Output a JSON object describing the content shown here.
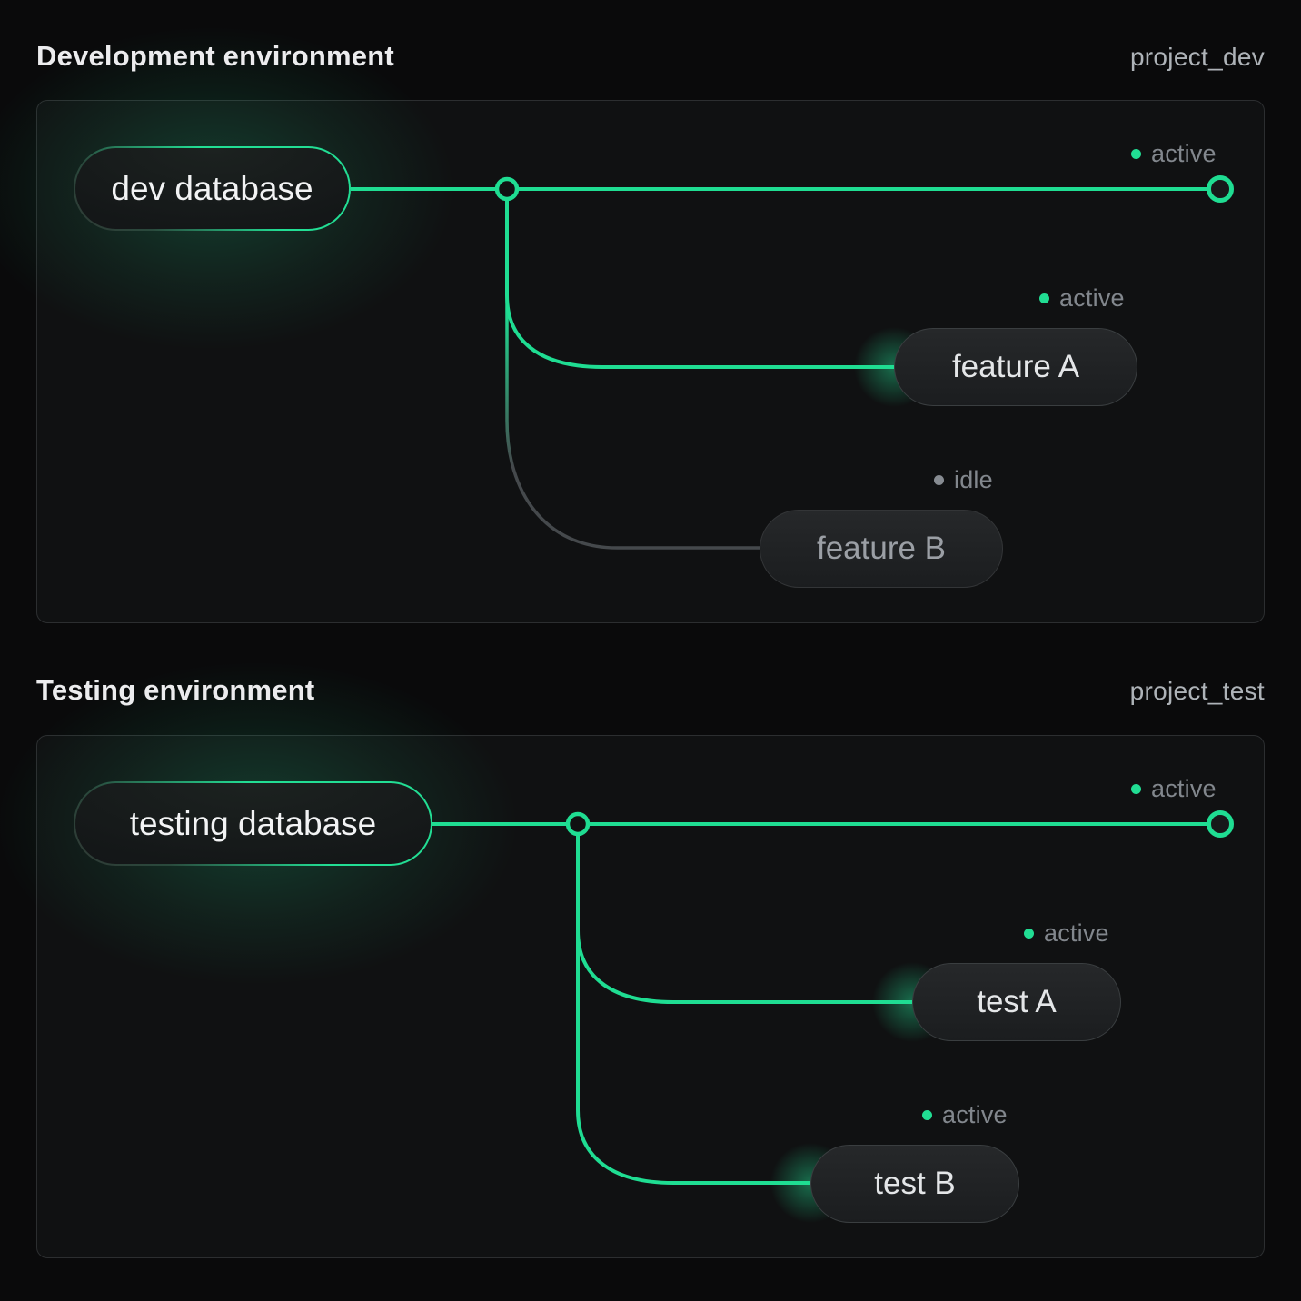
{
  "colors": {
    "accent_green": "#1fdd92",
    "inactive_line": "#46494c",
    "background": "#0a0a0b",
    "panel_border": "#2c2e30",
    "title_text": "#ececee",
    "project_text": "#aeb3b8",
    "status_text": "#82878d"
  },
  "sections": [
    {
      "title": "Development environment",
      "project_label": "project_dev",
      "database": {
        "label": "dev database"
      },
      "main_branch_status": "active",
      "branches": [
        {
          "label": "feature A",
          "status": "active"
        },
        {
          "label": "feature B",
          "status": "idle"
        }
      ]
    },
    {
      "title": "Testing environment",
      "project_label": "project_test",
      "database": {
        "label": "testing database"
      },
      "main_branch_status": "active",
      "branches": [
        {
          "label": "test A",
          "status": "active"
        },
        {
          "label": "test B",
          "status": "active"
        }
      ]
    }
  ]
}
